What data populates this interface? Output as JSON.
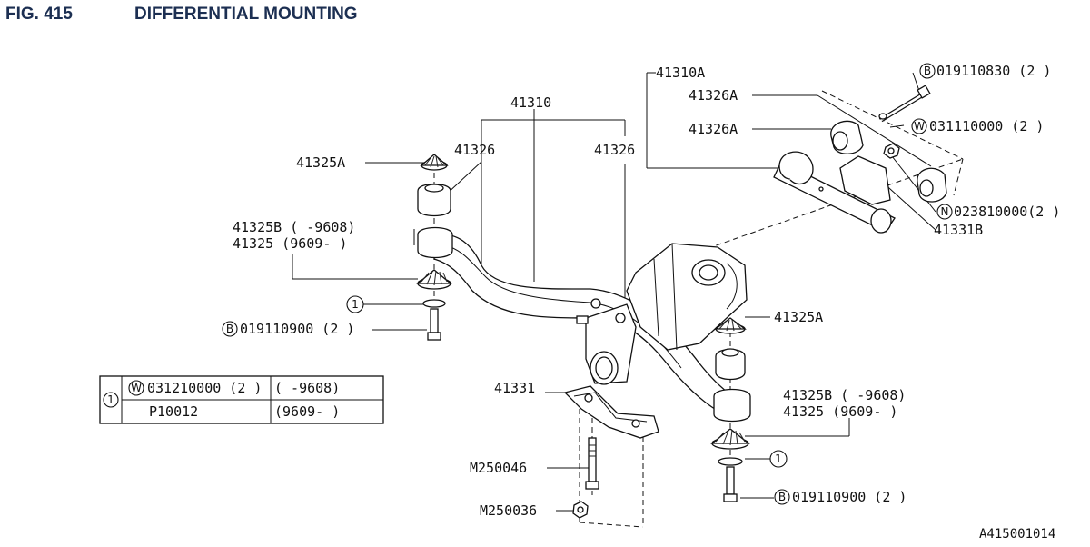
{
  "figure": {
    "number": "FIG. 415",
    "title": "DIFFERENTIAL MOUNTING",
    "code": "A415001014"
  },
  "labels": {
    "p41310": "41310",
    "p41310A": "41310A",
    "p41326A_1": "41326A",
    "p41326A_2": "41326A",
    "p41326_left": "41326",
    "p41326_right": "41326",
    "p41325A_top": "41325A",
    "p41325B_left": "41325B (     -9608)",
    "p41325_left": "41325  (9609-     )",
    "bolt_top": {
      "prefix": "B",
      "text": "019110830 (2 )"
    },
    "washer_top": {
      "prefix": "W",
      "text": "031110000 (2 )"
    },
    "nut_right": {
      "prefix": "N",
      "text": "023810000(2 )"
    },
    "p41331B": "41331B",
    "p41325A_right": "41325A",
    "p41325B_right": "41325B (     -9608)",
    "p41325_right": "41325  (9609-     )",
    "ref1_left": "1",
    "ref1_right": "1",
    "bolt_left": {
      "prefix": "B",
      "text": "019110900 (2 )"
    },
    "bolt_right": {
      "prefix": "B",
      "text": "019110900 (2 )"
    },
    "p41331": "41331",
    "pM250046": "M250046",
    "pM250036": "M250036"
  },
  "legend_table": {
    "ref": "1",
    "rows": [
      {
        "prefix": "W",
        "part": "031210000 (2 )",
        "range": "(     -9608)"
      },
      {
        "prefix": "",
        "part": "P10012",
        "range": "(9609-     )"
      }
    ]
  }
}
